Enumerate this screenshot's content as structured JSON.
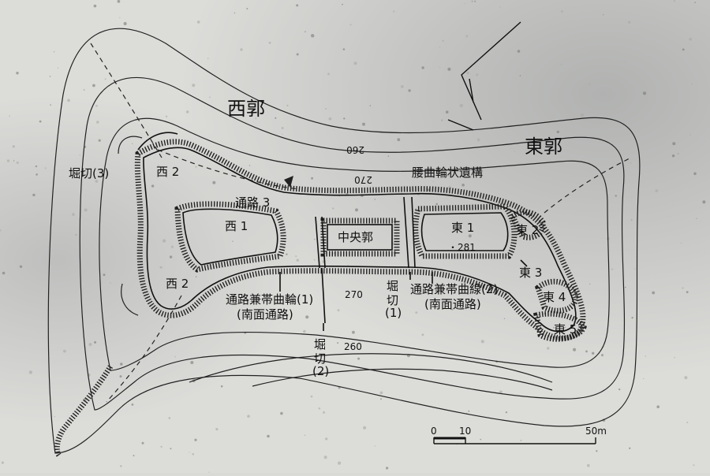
{
  "regions": {
    "west": "西郭",
    "east": "東郭"
  },
  "labels": {
    "nishi1": "西 1",
    "nishi2_upper": "西 2",
    "nishi2_lower": "西 2",
    "chuo": "中央郭",
    "higashi1": "東 1",
    "higashi2": "東 2",
    "higashi3": "東 3",
    "higashi4": "東 4",
    "higashi5": "東 5",
    "tsuro3": "通路 3",
    "horikiri3": "堀切(3)",
    "horikiri1_a": "堀",
    "horikiri1_b": "切",
    "horikiri1_c": "(1)",
    "horikiri2_a": "堀",
    "horikiri2_b": "切",
    "horikiri2_c": "(2)",
    "koshi": "腰曲輪状遺構",
    "tsuro1_a": "通路兼帯曲輪(1)",
    "tsuro1_b": "(南面通路)",
    "tsuro2_a": "通路兼帯曲線(2)",
    "tsuro2_b": "(南面通路)"
  },
  "elevations": {
    "c260_top": "260",
    "c270_top": "270",
    "c270_bottom": "270",
    "c260_bottom": "260",
    "summit": "・281"
  },
  "scale": {
    "tick0": "0",
    "tick10": "10",
    "tick50": "50m"
  }
}
